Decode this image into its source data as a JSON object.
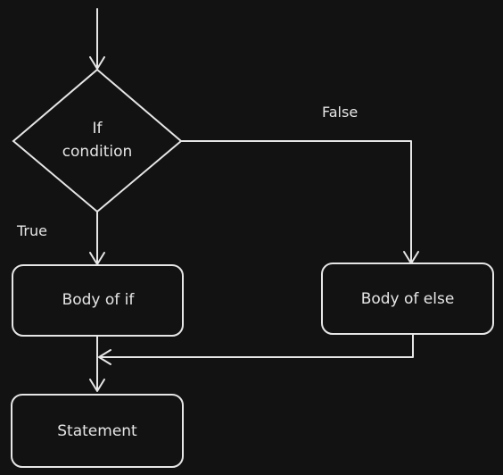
{
  "diagram": {
    "decision": {
      "line1": "If",
      "line2": "condition"
    },
    "nodes": {
      "body_if": "Body of if",
      "body_else": "Body of else",
      "statement": "Statement"
    },
    "edges": {
      "true_label": "True",
      "false_label": "False"
    }
  }
}
